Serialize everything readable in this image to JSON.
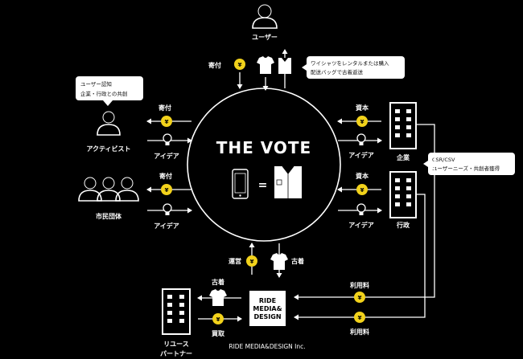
{
  "title": "THE VOTE",
  "colors": {
    "background": "#000000",
    "coin": "#f2d21b",
    "line": "#ffffff",
    "note_bg": "#ffffff"
  },
  "stakeholders": {
    "user": "ユーザー",
    "activist": "アクティビスト",
    "citizen_group": "市民団体",
    "company": "企業",
    "government": "行政",
    "reuse_partner_line1": "リユース",
    "reuse_partner_line2": "パートナー"
  },
  "flows": {
    "donation_user": "寄付",
    "donation_activist": "寄付",
    "donation_citizen": "寄付",
    "idea_activist": "アイデア",
    "idea_citizen": "アイデア",
    "capital_company": "資本",
    "capital_government": "資本",
    "idea_company": "アイデア",
    "idea_government": "アイデア",
    "operation": "運営",
    "used_clothes_center": "古着",
    "used_clothes_reuse": "古着",
    "purchase": "買取",
    "usage_fee_1": "利用料",
    "usage_fee_2": "利用料"
  },
  "coin_symbol": "¥",
  "notes": {
    "user_note_line1": "ワイシャツをレンタルまたは購入",
    "user_note_line2": "配送バッグで古着返送",
    "activist_note_line1": "ユーザー認知",
    "activist_note_line2": "企業・行政との共創",
    "company_note_line1": "CSR/CSV",
    "company_note_line2": "ユーザーニーズ・共創者獲得"
  },
  "center": {
    "equals": "=",
    "logo_line1": "RIDE",
    "logo_line2": "MEDIA&",
    "logo_line3": "DESIGN",
    "company_name": "RIDE MEDIA&DESIGN Inc."
  }
}
